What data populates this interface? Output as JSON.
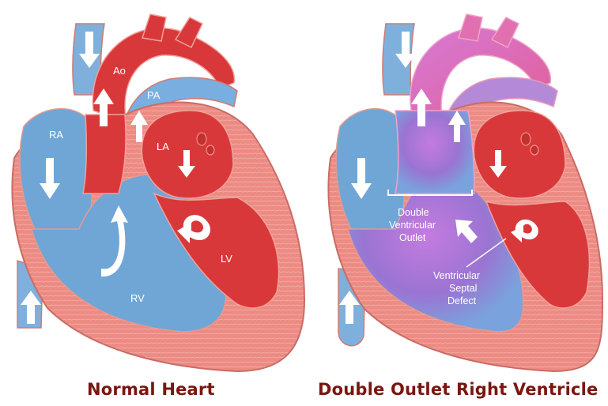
{
  "normal_heart": {
    "caption": "Normal Heart",
    "labels": {
      "ao": "Ao",
      "pa": "PA",
      "ra": "RA",
      "la": "LA",
      "lv": "LV",
      "rv": "RV"
    }
  },
  "dorv_heart": {
    "caption": "Double Outlet Right Ventricle",
    "annotations": {
      "dvo_line1": "Double",
      "dvo_line2": "Ventricular",
      "dvo_line3": "Outlet",
      "vsd_line1": "Ventricular",
      "vsd_line2": "Septal",
      "vsd_line3": "Defect"
    }
  },
  "colors": {
    "oxygenated_red": "#d9383a",
    "deoxygenated_blue": "#6fa6d6",
    "mixed_purple": "#b86fd0",
    "muscle_pink": "#ec8b83",
    "caption_text": "#7a1610"
  }
}
